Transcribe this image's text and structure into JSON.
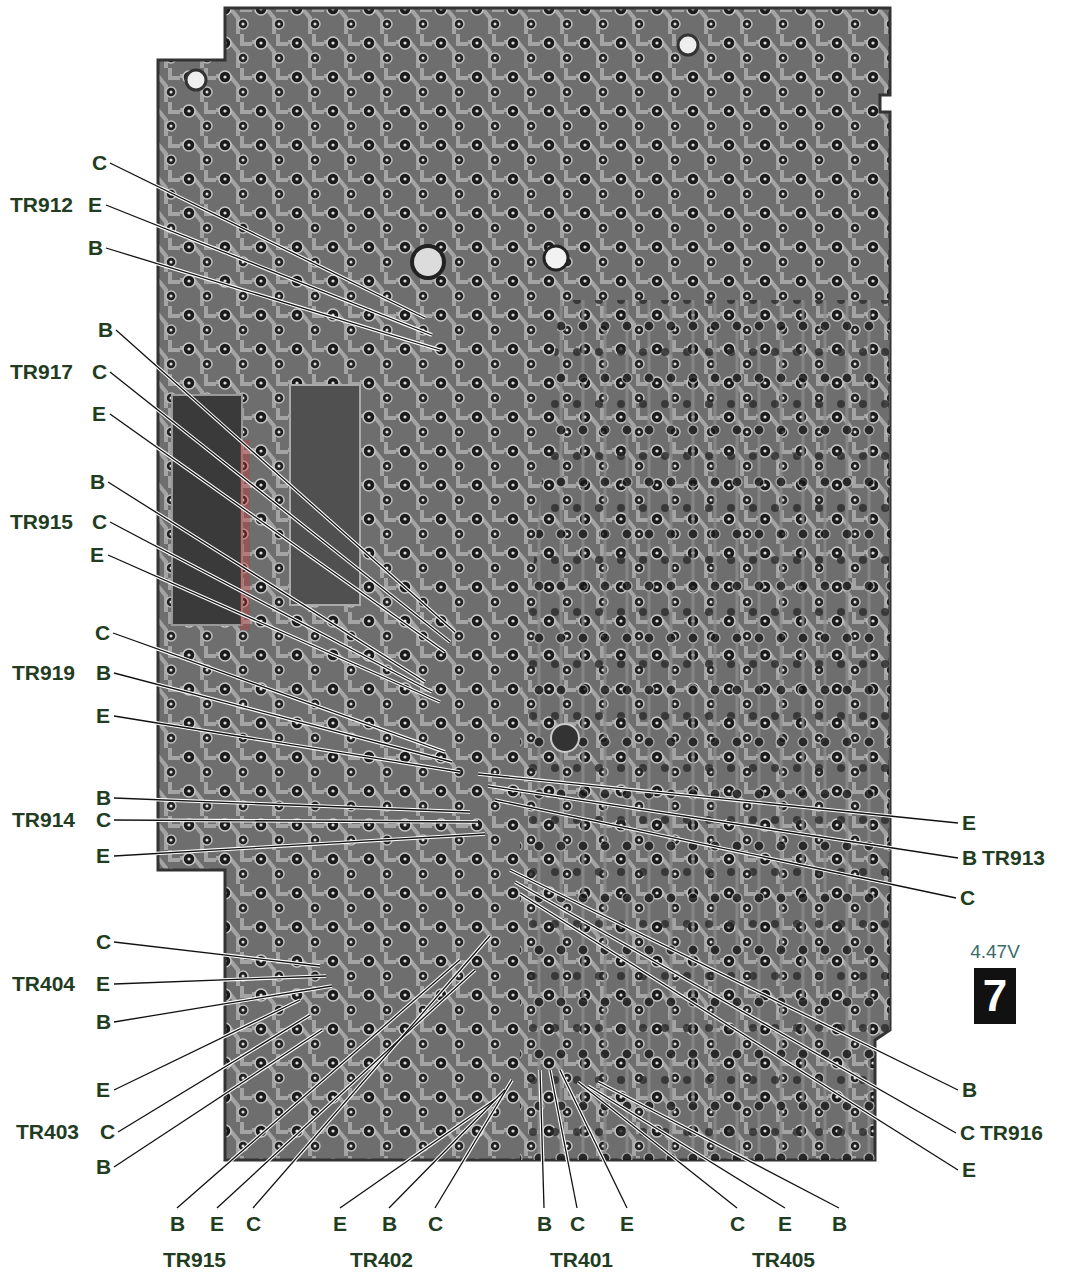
{
  "diagram": {
    "nodes": [
      {
        "text": [
          "4.47V",
          "7"
        ]
      }
    ],
    "labels": [
      "C",
      "TR912",
      "E",
      "B",
      "B",
      "TR917",
      "C",
      "E",
      "B",
      "TR915",
      "C",
      "E",
      "C",
      "TR919",
      "B",
      "E",
      "B",
      "TR914",
      "C",
      "E",
      "E",
      "B",
      "TR913",
      "C",
      "B",
      "C",
      "TR916",
      "E",
      "C",
      "TR404",
      "E",
      "B",
      "E",
      "TR403",
      "C",
      "B",
      "B",
      "E",
      "C",
      "TR915",
      "E",
      "B",
      "C",
      "TR402",
      "B",
      "C",
      "E",
      "TR401",
      "C",
      "E",
      "B",
      "TR405"
    ]
  }
}
